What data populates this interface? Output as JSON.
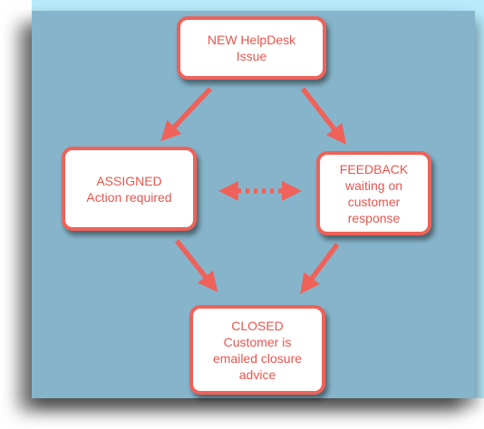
{
  "diagram": {
    "colors": {
      "accent": "#ee625a",
      "text": "#e8554e",
      "panel": "#86b5cb",
      "top_band": "#b7ebfb",
      "node_fill": "#ffffff"
    },
    "nodes": {
      "new": {
        "line1": "NEW HelpDesk",
        "line2": "Issue"
      },
      "assigned": {
        "line1": "ASSIGNED",
        "line2": "Action required"
      },
      "feedback": {
        "line1": "FEEDBACK",
        "line2": "waiting on",
        "line3": "customer",
        "line4": "response"
      },
      "closed": {
        "line1": "CLOSED",
        "line2": "Customer is",
        "line3": "emailed closure",
        "line4": "advice"
      }
    },
    "edges": [
      {
        "from": "new",
        "to": "assigned",
        "style": "solid"
      },
      {
        "from": "new",
        "to": "feedback",
        "style": "solid"
      },
      {
        "from": "assigned",
        "to": "feedback",
        "style": "dotted-bidirectional"
      },
      {
        "from": "assigned",
        "to": "closed",
        "style": "solid"
      },
      {
        "from": "feedback",
        "to": "closed",
        "style": "solid"
      }
    ]
  }
}
